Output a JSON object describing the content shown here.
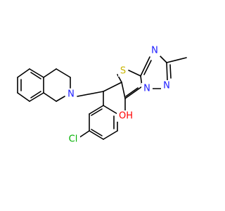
{
  "atoms": {
    "S": {
      "text": "S",
      "color": "#c8b400"
    },
    "N1": {
      "text": "N",
      "color": "#1d1dff"
    },
    "N2": {
      "text": "N",
      "color": "#1d1dff"
    },
    "N3": {
      "text": "N",
      "color": "#1d1dff"
    },
    "N4": {
      "text": "N",
      "color": "#1d1dff"
    },
    "OH": {
      "text": "OH",
      "color": "#ff0000"
    },
    "Cl": {
      "text": "Cl",
      "color": "#00b000"
    }
  }
}
